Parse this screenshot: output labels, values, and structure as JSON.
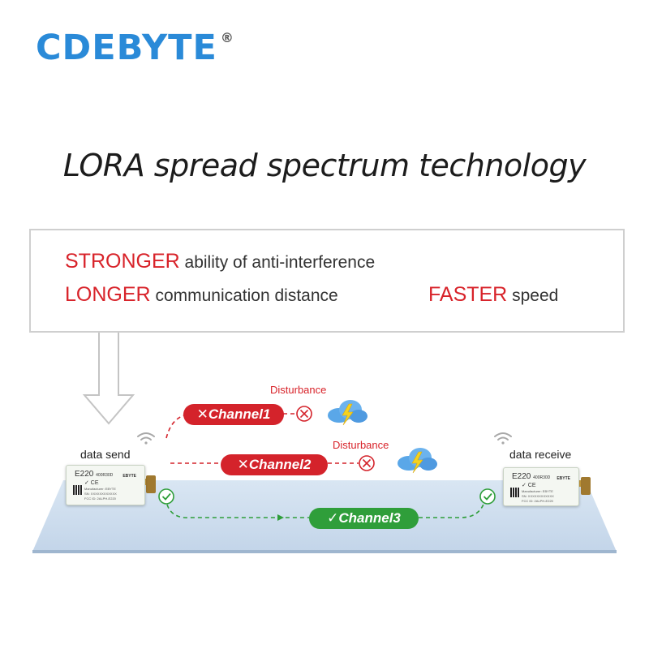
{
  "brand": {
    "name": "CDEBYTE",
    "registered": "®",
    "color": "#2a8ad8"
  },
  "headline": "LORA spread spectrum technology",
  "features": [
    {
      "highlight": "STRONGER",
      "text": "ability of anti-interference"
    },
    {
      "highlight": "LONGER",
      "text": "communication distance"
    },
    {
      "highlight": "FASTER",
      "text": "speed"
    }
  ],
  "diagram": {
    "sender_label": "data send",
    "receiver_label": "data receive",
    "channels": [
      {
        "mark": "✕",
        "label": "Channel1",
        "status": "blocked",
        "disturbance": "Disturbance"
      },
      {
        "mark": "✕",
        "label": "Channel2",
        "status": "blocked",
        "disturbance": "Disturbance"
      },
      {
        "mark": "✓",
        "label": "Channel3",
        "status": "ok"
      }
    ],
    "module": {
      "model": "E220",
      "model_suffix": "400R30D",
      "brand": "EBYTE",
      "cert": "✓ CE",
      "info": "Manufacturer: EBYTE\nSN: XXXXXXXXXXXX\nFCC ID: 2ALPH-E220"
    }
  },
  "colors": {
    "red": "#d4232b",
    "green": "#2f9e3a",
    "cloud": "#5aa7e8",
    "bolt": "#f5d21f"
  },
  "icons": [
    "wifi-icon",
    "blocked-icon",
    "check-icon",
    "storm-cloud-icon",
    "arrow-icon"
  ]
}
